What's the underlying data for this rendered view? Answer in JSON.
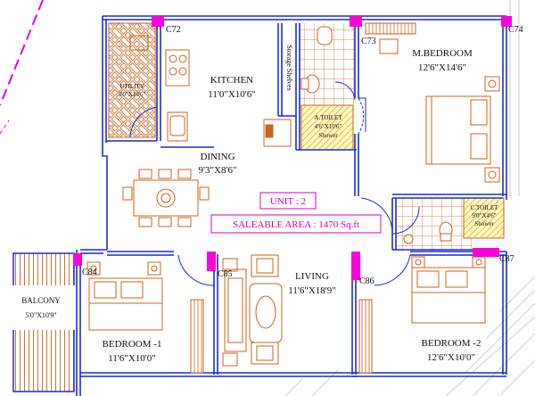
{
  "colors": {
    "wall": "#1c2bd0",
    "furniture": "#c8641e",
    "column": "#ff00dc",
    "unit_text": "#d400c8",
    "toilet_fill": "#fff6c0",
    "site_line": "#e000e0",
    "grid": "#b8b8e8"
  },
  "rooms": {
    "kitchen": {
      "name": "KITCHEN",
      "size": "11'0\"X10'6\""
    },
    "utility": {
      "name": "UTILITY",
      "size": "5'0\"X10'6\""
    },
    "storage": {
      "name": "Storage Shelves"
    },
    "dining": {
      "name": "DINING",
      "size": "9'3\"X8'6\""
    },
    "master_bedroom": {
      "name": "M.BEDROOM",
      "size": "12'6\"X14'6\""
    },
    "a_toilet": {
      "name": "A.TOILET",
      "size": "4'6\"X10'6\"",
      "note": "Shower"
    },
    "c_toilet": {
      "name": "C.TOILET",
      "size": "9'0\"X4'6\"",
      "note": "Shower"
    },
    "living": {
      "name": "LIVING",
      "size": "11'6\"X18'9\""
    },
    "bedroom1": {
      "name": "BEDROOM -1",
      "size": "11'6\"X10'0\""
    },
    "bedroom2": {
      "name": "BEDROOM -2",
      "size": "12'6\"X10'0\""
    },
    "balcony": {
      "name": "BALCONY",
      "size": "5'0\"X10'9\""
    }
  },
  "columns": {
    "c72": "C72",
    "c73": "C73",
    "c74": "C74",
    "c84": "C84",
    "c85": "C85",
    "c86": "C86",
    "c87": "C87"
  },
  "unit": {
    "label": "UNIT : 2",
    "saleable_area": "SALEABLE AREA :  1470 Sq.ft"
  }
}
